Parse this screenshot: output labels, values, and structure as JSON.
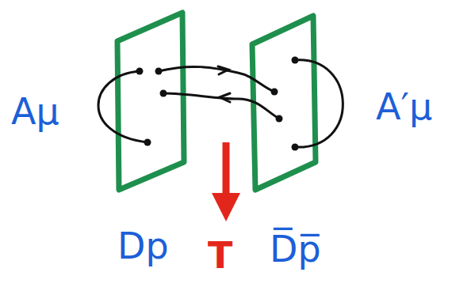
{
  "diagram": {
    "labels": [
      "Aμ",
      "A′μ",
      "Dp",
      "T",
      "D̅p̅"
    ]
  }
}
